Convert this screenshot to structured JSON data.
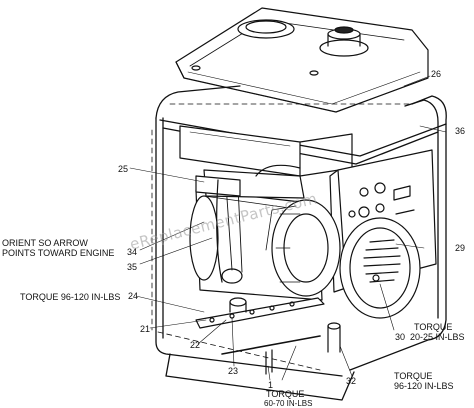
{
  "watermark": "eReplacementParts.com",
  "callouts": {
    "p25": "25",
    "p26": "26",
    "p36": "36",
    "p34": "34",
    "p35": "35",
    "p29": "29",
    "p24": "24",
    "p21": "21",
    "p22": "22",
    "p23": "23",
    "p30": "30",
    "p32": "32",
    "p1": "1"
  },
  "notes": {
    "orient_line1": "ORIENT SO ARROW",
    "orient_line2": "POINTS TOWARD ENGINE",
    "torque_left": "TORQUE 96-120 IN-LBS",
    "torque_p30_line1": "TORQUE",
    "torque_p30_line2": "20-25 IN-LBS",
    "torque_p32_line1": "TORQUE",
    "torque_p32_line2": "96-120 IN-LBS",
    "torque_p1_line1": "TORQUE",
    "torque_p1_line2": "60-70 IN-LBS"
  }
}
